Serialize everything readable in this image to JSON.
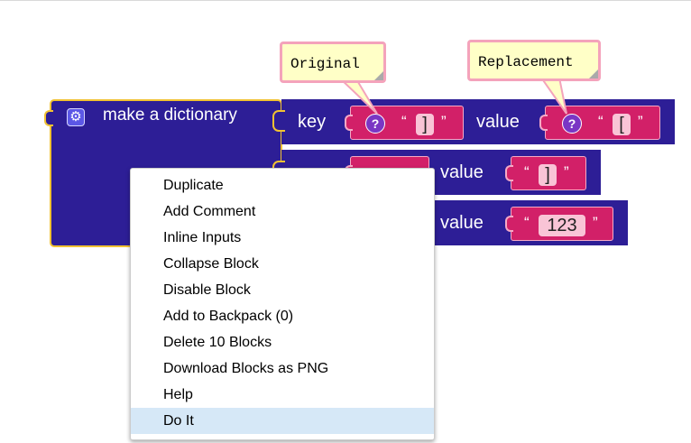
{
  "block": {
    "title": "make a dictionary",
    "gear_icon": "gear-icon",
    "rows": [
      {
        "key_label": "key",
        "value_label": "value",
        "key_text": "]",
        "value_text": "["
      },
      {
        "value_label": "value",
        "value_text": "]"
      },
      {
        "value_label": "value",
        "value_text": "123"
      }
    ],
    "quote_open": "“",
    "quote_close": "”",
    "question_mark": "?"
  },
  "comments": [
    {
      "text": "Original"
    },
    {
      "text": "Replacement"
    }
  ],
  "context_menu": {
    "items": [
      {
        "label": "Duplicate"
      },
      {
        "label": "Add Comment"
      },
      {
        "label": "Inline Inputs"
      },
      {
        "label": "Collapse Block"
      },
      {
        "label": "Disable Block"
      },
      {
        "label": "Add to Backpack (0)"
      },
      {
        "label": "Delete 10 Blocks"
      },
      {
        "label": "Download Blocks as PNG"
      },
      {
        "label": "Help"
      },
      {
        "label": "Do It"
      }
    ],
    "highlighted_item": "Do It"
  },
  "colors": {
    "block_bg": "#2d1e96",
    "block_selected_border": "#f1c232",
    "text_block": "#d22068",
    "comment_bg": "#ffffc7",
    "menu_highlight": "#d6e8f7"
  }
}
